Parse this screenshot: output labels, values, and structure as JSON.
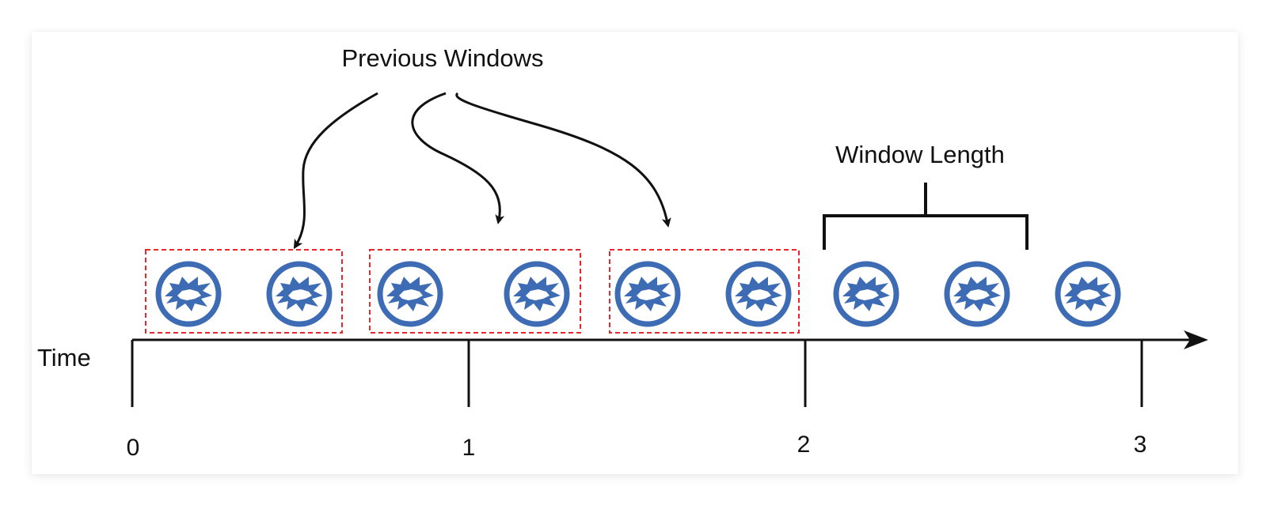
{
  "labels": {
    "previous_windows": "Previous Windows",
    "window_length": "Window Length",
    "time_axis": "Time"
  },
  "ticks": [
    "0",
    "1",
    "2",
    "3"
  ],
  "colors": {
    "event_blue": "#3d6cb5",
    "window_red": "#e8262c",
    "line_black": "#111111"
  },
  "icons": {
    "event": "burst-event-icon",
    "axis_arrow": "arrow-right-icon"
  },
  "windows": [
    {
      "name": "previous-window",
      "events": 2
    },
    {
      "name": "previous-window",
      "events": 2
    },
    {
      "name": "previous-window",
      "events": 2
    }
  ],
  "current_window_events": 2,
  "trailing_events": 1
}
